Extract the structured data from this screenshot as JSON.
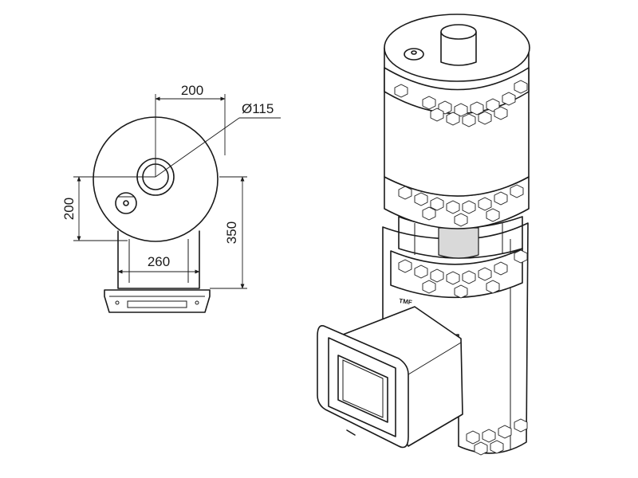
{
  "dimensions": {
    "top_width": "200",
    "diameter": "Ø115",
    "left_height": "200",
    "base_width": "260",
    "overall_height": "350"
  },
  "emblem_text": "TMF"
}
